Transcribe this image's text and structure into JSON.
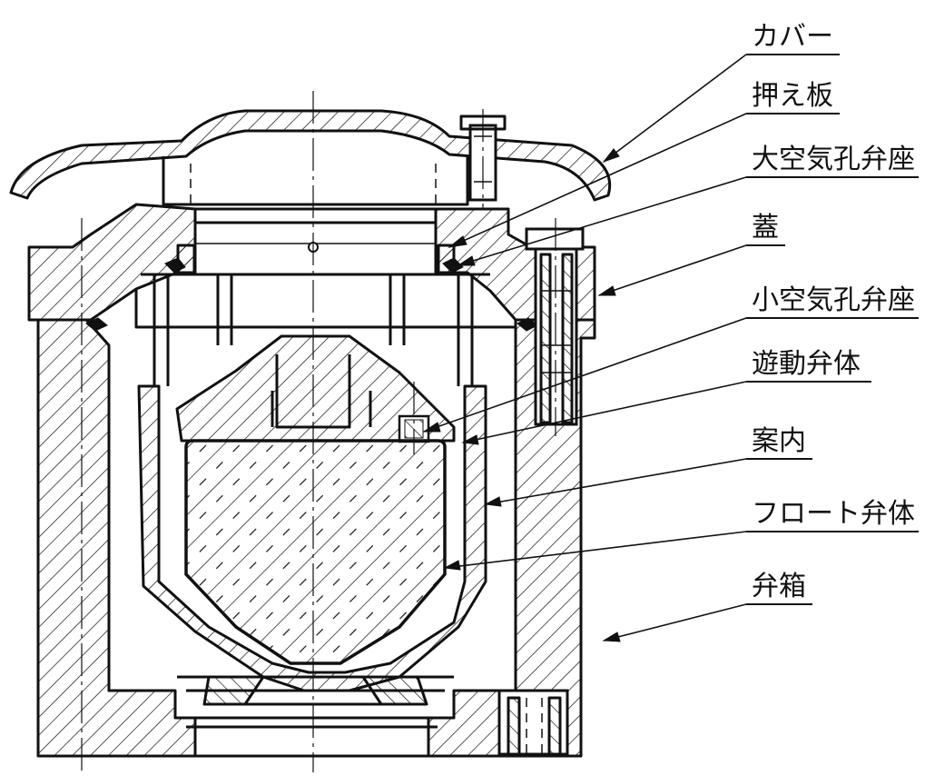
{
  "labels": {
    "cover": "カバー",
    "retainer_plate": "押え板",
    "large_air_hole_seat": "大空気孔弁座",
    "lid": "蓋",
    "small_air_hole_seat": "小空気孔弁座",
    "free_valve_body": "遊動弁体",
    "guide": "案内",
    "float_valve_body": "フロート弁体",
    "valve_box": "弁箱"
  }
}
